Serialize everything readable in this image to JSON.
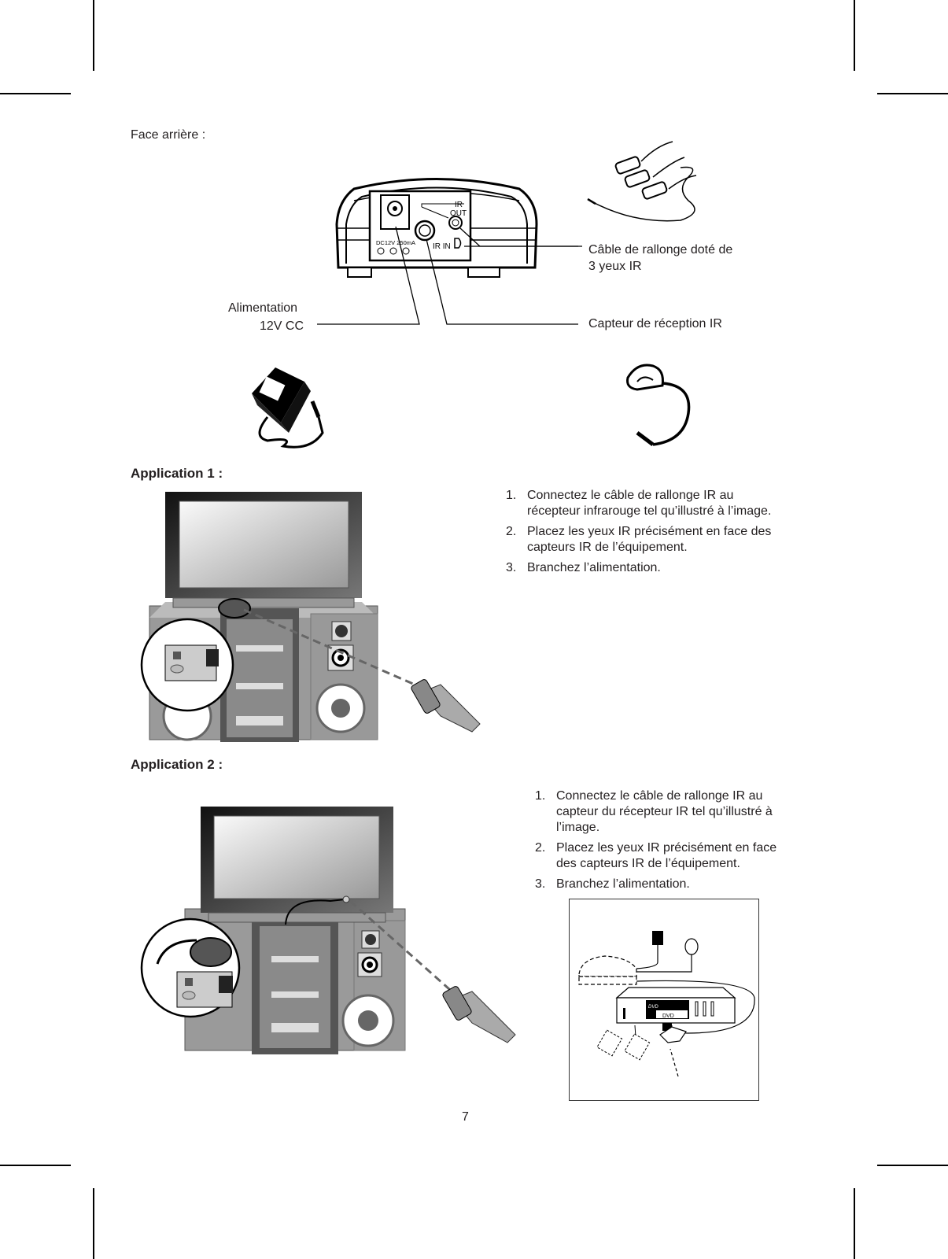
{
  "page": {
    "page_number": "7"
  },
  "rear_panel": {
    "heading": "Face arrière :",
    "device_labels": {
      "ir": "IR",
      "out": "OUT",
      "dc_rating": "DC12V  250mA",
      "ir_in": "IR IN"
    },
    "callouts": {
      "extension_cable_line1": "Câble de rallonge doté de",
      "extension_cable_line2": "3 yeux IR",
      "power_line1": "Alimentation",
      "power_line2": "12V CC",
      "ir_sensor": "Capteur de réception IR"
    }
  },
  "application1": {
    "heading": "Application 1 :",
    "steps": [
      {
        "num": "1.",
        "line1": "Connectez le câble de rallonge IR au",
        "line2": "récepteur infrarouge tel qu’illustré à l’image."
      },
      {
        "num": "2.",
        "line1": "Placez les yeux IR précisément en face des",
        "line2": "capteurs IR de l’équipement."
      },
      {
        "num": "3.",
        "line1": "Branchez l’alimentation.",
        "line2": ""
      }
    ]
  },
  "application2": {
    "heading": "Application 2 :",
    "steps": [
      {
        "num": "1.",
        "line1": "Connectez le câble de rallonge IR au",
        "line2": "capteur du récepteur IR tel qu’illustré à",
        "line3": "l’image."
      },
      {
        "num": "2.",
        "line1": "Placez les yeux IR précisément en face",
        "line2": "des capteurs IR de l’équipement."
      },
      {
        "num": "3.",
        "line1": "Branchez l’alimentation."
      }
    ],
    "diagram_labels": {
      "dvd_logo": "DVD",
      "dvd_text": "DVD"
    }
  }
}
